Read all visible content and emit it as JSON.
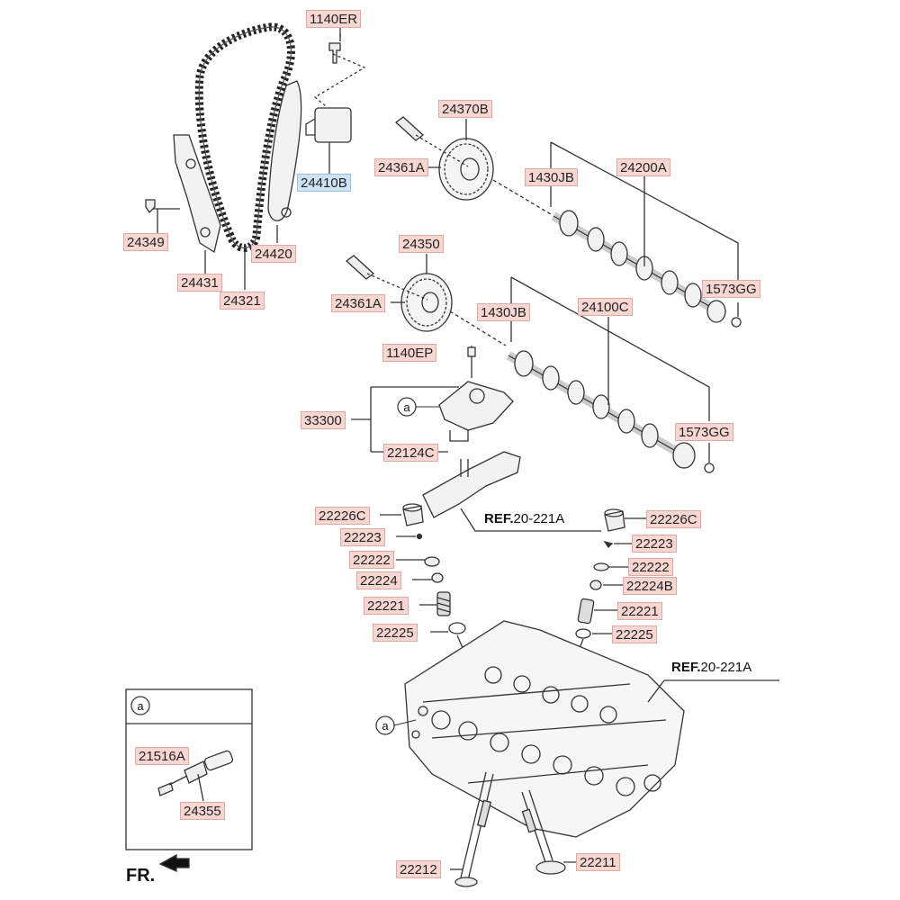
{
  "labels": {
    "p1140ER": "1140ER",
    "p24410B": "24410B",
    "p24370B": "24370B",
    "p24361A_top": "24361A",
    "p1430JB_top": "1430JB",
    "p24200A": "24200A",
    "p1573GG_top": "1573GG",
    "p24349": "24349",
    "p24420": "24420",
    "p24431": "24431",
    "p24321": "24321",
    "p24350": "24350",
    "p24361A_mid": "24361A",
    "p1430JB_mid": "1430JB",
    "p24100C": "24100C",
    "p1140EP": "1140EP",
    "p33300": "33300",
    "p22124C": "22124C",
    "p1573GG_mid": "1573GG",
    "p22226C_left": "22226C",
    "p22223_left": "22223",
    "p22222_left": "22222",
    "p22224": "22224",
    "p22221_left": "22221",
    "p22225_left": "22225",
    "p22226C_right": "22226C",
    "p22223_right": "22223",
    "p22222_right": "22222",
    "p22224B": "22224B",
    "p22221_right": "22221",
    "p22225_right": "22225",
    "p21516A": "21516A",
    "p24355": "24355",
    "p22212": "22212",
    "p22211": "22211"
  },
  "refs": {
    "ref1_bold": "REF.",
    "ref1_num": "20-221A",
    "ref2_bold": "REF.",
    "ref2_num": "20-221A"
  },
  "markers": {
    "a1": "a",
    "a2": "a",
    "a3": "a"
  },
  "direction": "FR."
}
